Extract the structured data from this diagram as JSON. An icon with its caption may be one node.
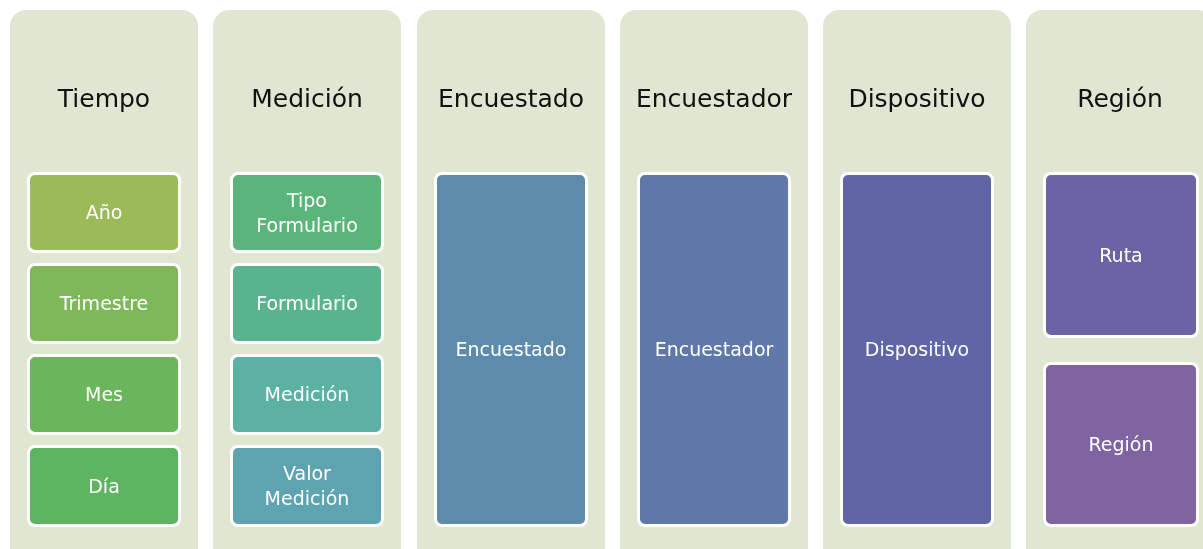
{
  "diagram": {
    "nodes": [
      {
        "text": [
          "Tiempo"
        ]
      },
      {
        "text": [
          "Año"
        ],
        "in": 0
      },
      {
        "text": [
          "Trimestre"
        ],
        "in": 0
      },
      {
        "text": [
          "Mes"
        ],
        "in": 0
      },
      {
        "text": [
          "Día"
        ],
        "in": 0
      },
      {
        "text": [
          "Medición"
        ]
      },
      {
        "text": [
          "Tipo Formulario"
        ],
        "in": 5
      },
      {
        "text": [
          "Formulario"
        ],
        "in": 5
      },
      {
        "text": [
          "Medición"
        ],
        "in": 5
      },
      {
        "text": [
          "Valor Medición"
        ],
        "in": 5
      },
      {
        "text": [
          "Encuestado"
        ]
      },
      {
        "text": [
          "Encuestado"
        ],
        "in": 10
      },
      {
        "text": [
          "Encuestador"
        ]
      },
      {
        "text": [
          "Encuestador"
        ],
        "in": 12
      },
      {
        "text": [
          "Dispositivo"
        ]
      },
      {
        "text": [
          "Dispositivo"
        ],
        "in": 14
      },
      {
        "text": [
          "Región"
        ]
      },
      {
        "text": [
          "Ruta"
        ],
        "in": 16
      },
      {
        "text": [
          "Región"
        ],
        "in": 16
      }
    ]
  }
}
